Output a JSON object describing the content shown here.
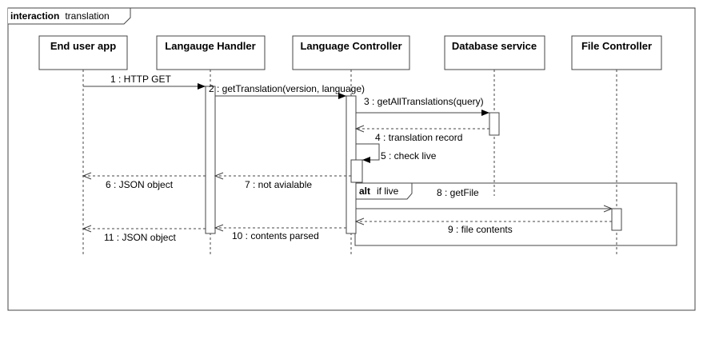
{
  "frame": {
    "keyword": "interaction",
    "name": "translation"
  },
  "lifelines": [
    {
      "id": "end-user-app",
      "label": "End user app"
    },
    {
      "id": "language-handler",
      "label": "Langauge Handler"
    },
    {
      "id": "language-controller",
      "label": "Language Controller"
    },
    {
      "id": "database-service",
      "label": "Database service"
    },
    {
      "id": "file-controller",
      "label": "File Controller"
    }
  ],
  "messages": [
    {
      "label": "1 : HTTP GET",
      "kind": "sync"
    },
    {
      "label": "2 : getTranslation(version, language)",
      "kind": "sync"
    },
    {
      "label": "3 : getAllTranslations(query)",
      "kind": "sync"
    },
    {
      "label": "4 : translation record",
      "kind": "reply"
    },
    {
      "label": "5 : check live",
      "kind": "self"
    },
    {
      "label": "6 : JSON object",
      "kind": "reply"
    },
    {
      "label": "7 : not avialable",
      "kind": "reply"
    },
    {
      "label": "8 : getFile",
      "kind": "sync"
    },
    {
      "label": "9 : file contents",
      "kind": "reply"
    },
    {
      "label": "10 : contents parsed",
      "kind": "reply"
    },
    {
      "label": "11 : JSON object",
      "kind": "reply"
    }
  ],
  "fragment": {
    "keyword": "alt",
    "guard": "if live"
  }
}
